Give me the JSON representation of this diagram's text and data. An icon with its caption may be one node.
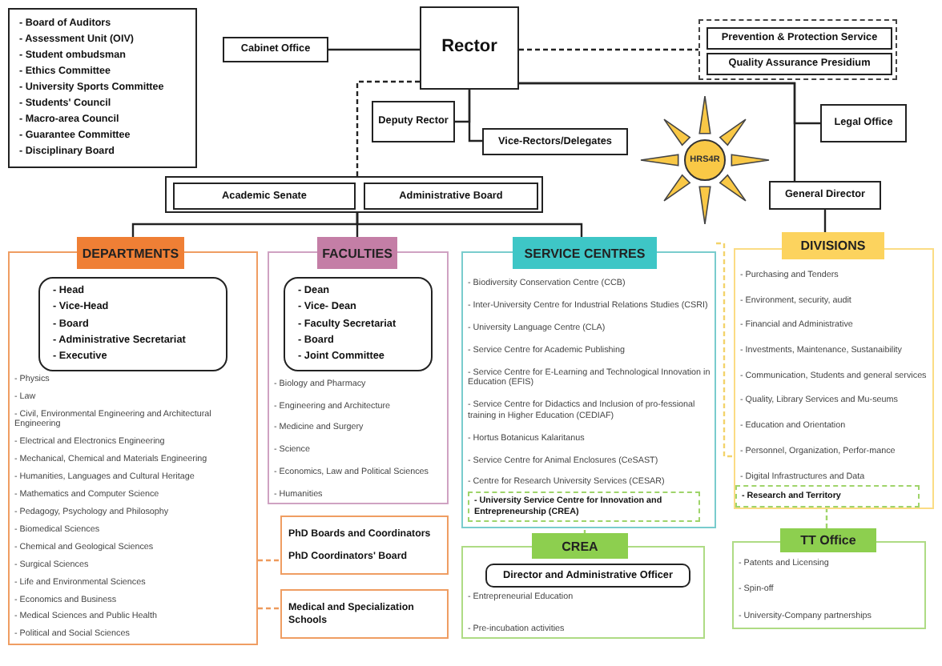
{
  "diagram": {
    "nodes": [
      {
        "text": [
          "- Board of Auditors",
          "- Assessment Unit (OIV)",
          "- Student ombudsman",
          "- Ethics Committee",
          "- University Sports Committee",
          "- Students' Council",
          "- Macro-area Council",
          "- Guarantee Committee",
          "- Disciplinary Board"
        ]
      },
      {
        "text": [
          "Cabinet Office"
        ]
      },
      {
        "text": [
          "Rector"
        ]
      },
      {
        "text": [],
        "shape": "box"
      },
      {
        "text": [
          "Prevention & Protection Service"
        ],
        "in": 3
      },
      {
        "text": [
          "Quality Assurance Presidium"
        ],
        "in": 3
      },
      {
        "text": [
          "Deputy Rector"
        ]
      },
      {
        "text": [
          "Vice-Rectors/Delegates"
        ]
      },
      {
        "text": [
          "Legal Office"
        ]
      },
      {
        "text": [
          "HRS4R"
        ]
      },
      {
        "text": [],
        "shape": "box"
      },
      {
        "text": [
          "Academic Senate"
        ],
        "in": 10
      },
      {
        "text": [
          "Administrative Board"
        ],
        "in": 10
      },
      {
        "text": [
          "General Director"
        ]
      },
      {
        "text": [
          "DEPARTMENTS",
          "- Physics",
          "- Law",
          "- Civil, Environmental Engineering and Architectural Engineering",
          "- Electrical and Electronics Engineering",
          "- Mechanical, Chemical and Materials Engineering",
          "- Humanities, Languages and Cultural Heritage",
          "- Mathematics and Computer Science",
          "- Pedagogy, Psychology and Philosophy",
          "- Biomedical Sciences",
          "- Chemical and Geological Sciences",
          "- Surgical Sciences",
          "- Life and Environmental Sciences",
          "- Economics and Business",
          "- Medical Sciences and Public Health",
          "- Political and Social Sciences"
        ]
      },
      {
        "text": [
          "- Head",
          "- Vice-Head",
          "- Board",
          "- Administrative Secretariat",
          "- Executive"
        ],
        "in": 14
      },
      {
        "text": [
          "FACULTIES",
          "- Biology and Pharmacy",
          "- Engineering and Architecture",
          "- Medicine and Surgery",
          "- Science",
          "- Economics, Law and Political Sciences",
          "- Humanities"
        ]
      },
      {
        "text": [
          "- Dean",
          "- Vice- Dean",
          "- Faculty Secretariat",
          "- Board",
          "- Joint Committee"
        ],
        "in": 16
      },
      {
        "text": [
          "PhD Boards and Coordinators",
          "PhD Coordinators' Board"
        ]
      },
      {
        "text": [
          "Medical and Specialization Schools"
        ]
      },
      {
        "text": [
          "SERVICE CENTRES",
          "- Biodiversity Conservation Centre (CCB)",
          "- Inter-University Centre for Industrial Relations Studies (CSRI)",
          "- University Language Centre (CLA)",
          "- Service Centre for Academic Publishing",
          "- Service Centre for E-Learning and Technological Innovation in Education (EFIS)",
          "- Service Centre for Didactics and Inclusion of pro-fessional training in Higher Education (CEDIAF)",
          "- Hortus Botanicus Kalaritanus",
          "- Service Centre for Animal Enclosures (CeSAST)",
          "- Centre for Research University Services (CESAR)"
        ]
      },
      {
        "text": [
          "- University Service Centre for Innovation and Entrepreneurship (CREA)"
        ],
        "in": 20
      },
      {
        "text": [
          "CREA",
          "- Entrepreneurial Education",
          "- Pre-incubation activities"
        ]
      },
      {
        "text": [
          "Director and Administrative Officer"
        ],
        "in": 22
      },
      {
        "text": [
          "DIVISIONS",
          "- Purchasing and Tenders",
          "- Environment, security, audit",
          "- Financial and Administrative",
          "- Investments, Maintenance, Sustanaibility",
          "- Communication, Students and general services",
          "- Quality, Library Services and Mu-seums",
          "- Education and Orientation",
          "- Personnel, Organization, Perfor-mance",
          "- Digital Infrastructures and Data"
        ]
      },
      {
        "text": [
          "- Research and Territory"
        ],
        "in": 24
      },
      {
        "text": [
          "TT Office",
          "- Patents and Licensing",
          "- Spin-off",
          "- University-Company partnerships"
        ]
      }
    ],
    "edges": [
      {
        "from": 1,
        "to": 2,
        "arrow": "none"
      },
      {
        "from": 2,
        "to": 3,
        "arrow": "none",
        "style": "dashed"
      },
      {
        "from": 2,
        "to": 6,
        "arrow": "none"
      },
      {
        "from": 2,
        "to": 7,
        "arrow": "none"
      },
      {
        "from": 2,
        "to": 8,
        "arrow": "none"
      },
      {
        "from": 2,
        "to": 13,
        "arrow": "none"
      },
      {
        "from": 2,
        "to": 10,
        "arrow": "none",
        "style": "dashed"
      },
      {
        "from": 10,
        "to": 14,
        "arrow": "none"
      },
      {
        "from": 10,
        "to": 16,
        "arrow": "none"
      },
      {
        "from": 10,
        "to": 20,
        "arrow": "none"
      },
      {
        "from": 13,
        "to": 24,
        "arrow": "none"
      },
      {
        "from": 20,
        "to": 24,
        "arrow": "none",
        "style": "dashed",
        "color": "#f3d36b"
      },
      {
        "from": 14,
        "to": 18,
        "arrow": "none",
        "style": "dashed",
        "color": "#ee9a5c"
      },
      {
        "from": 14,
        "to": 19,
        "arrow": "none",
        "style": "dashed",
        "color": "#ee9a5c"
      },
      {
        "from": 21,
        "to": 22,
        "arrow": "none",
        "style": "dashed",
        "color": "#9fd46a"
      },
      {
        "from": 25,
        "to": 26,
        "arrow": "none",
        "style": "dashed",
        "color": "#9fd46a"
      }
    ]
  }
}
